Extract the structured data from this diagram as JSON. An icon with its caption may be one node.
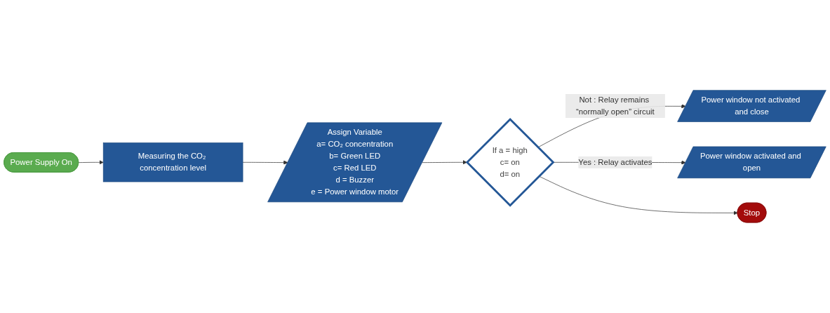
{
  "diagram": {
    "nodes": [
      {
        "text": [
          "Power Supply On"
        ]
      },
      {
        "text": [
          "Measuring the CO₂ concentration level"
        ]
      },
      {
        "text": [
          "Assign Variable",
          "a= CO₂ concentration",
          "b= Green LED",
          "c= Red LED",
          "d = Buzzer",
          "e = Power window motor"
        ]
      },
      {
        "text": [
          "If a = high",
          "c= on",
          "d= on"
        ]
      },
      {
        "text": [
          "Power window not activated and close"
        ]
      },
      {
        "text": [
          "Power window activated and open"
        ]
      },
      {
        "text": [
          "Stop"
        ]
      }
    ],
    "edges": [
      {
        "from": 0,
        "to": 1,
        "arrow": "to"
      },
      {
        "from": 1,
        "to": 2,
        "arrow": "to"
      },
      {
        "from": 2,
        "to": 3,
        "arrow": "to"
      },
      {
        "from": 3,
        "to": 4,
        "arrow": "to",
        "label": "Not : Relay remains “normally open” circuit"
      },
      {
        "from": 3,
        "to": 5,
        "arrow": "to",
        "label": "Yes : Relay activates"
      },
      {
        "from": 3,
        "to": 6,
        "arrow": "to"
      }
    ]
  }
}
